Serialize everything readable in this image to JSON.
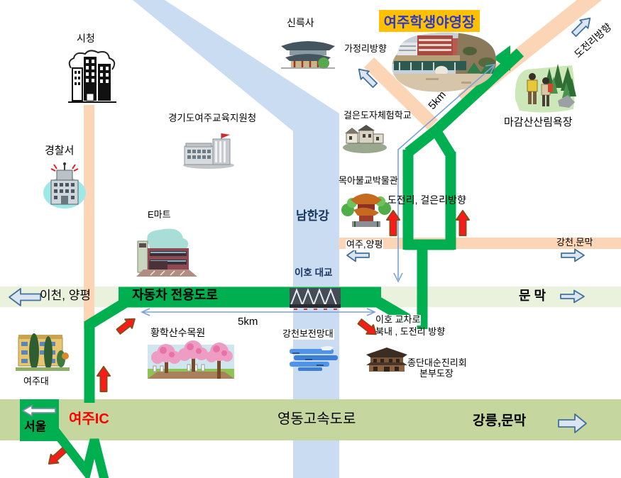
{
  "title": "여주학생야영장",
  "landmarks": {
    "city_hall": "시청",
    "police": "경찰서",
    "edu_office": "경기도여주교육지원청",
    "emart": "E마트",
    "silleuksa": "신륵사",
    "pottery_school": "걸은도자체험학교",
    "moka_museum": "목아불교박물관",
    "magamsan": "마감산산림욕장",
    "arboretum": "황학산수목원",
    "gangcheonbo": "강천보전망대",
    "daesoon_line1": "종단대순진리회",
    "daesoon_line2": "본부도장",
    "yeoju_univ": "여주대"
  },
  "roads": {
    "namhan_river": "남한강",
    "iho_bridge": "이호 대교",
    "auto_road": "자동차 전용도로",
    "expressway": "영동고속도로",
    "yeoju_ic": "여주IC"
  },
  "directions": {
    "icheon_yangpyeong": "이천, 양평",
    "seoul": "서울",
    "munmak": "문 막",
    "gangneung_munmak": "강릉,문막",
    "yeoju_yangpyeong": "여주,양평",
    "gangcheon_munmak": "강천,문막",
    "gajeongri": "가정리방향",
    "dojeonri": "도전리방향",
    "dojeonri_georeunri": "도전리, 걸은리방향",
    "iho_junction": "이호 교차로",
    "buknae_dojeonri": "북내 , 도전리 방향"
  },
  "distances": {
    "diagonal": "5km",
    "horizontal": "5km"
  },
  "colors": {
    "road_green": "#00b050",
    "road_peach": "#fbd5b5",
    "river_blue": "#c9dcf1",
    "band_light_green": "#eaf1dc",
    "band_olive": "#c5d69e",
    "title_bg": "#ffc000",
    "title_text": "#2b38c9",
    "arrow_red": "#ff1a1a",
    "text_navy": "#17365d",
    "ic_red": "#ff0000"
  }
}
